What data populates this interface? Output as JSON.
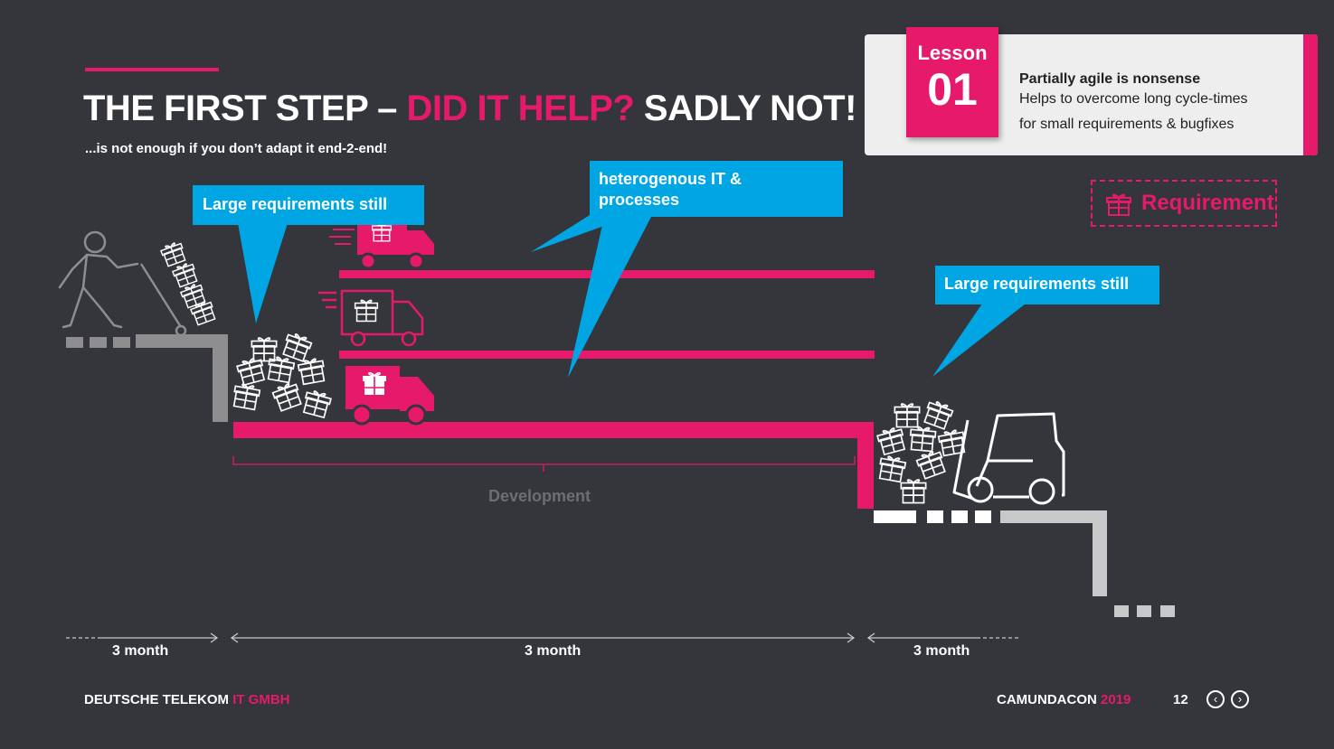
{
  "title": {
    "part1": "THE FIRST STEP – ",
    "accent": "DID IT HELP?",
    "part2": " SADLY NOT!"
  },
  "subtitle": "...is not enough if you don’t adapt it end-2-end!",
  "lesson": {
    "label": "Lesson",
    "number": "01",
    "heading": "Partially agile is nonsense",
    "line1": "Helps to overcome long cycle-times",
    "line2": "for small requirements & bugfixes"
  },
  "legend": {
    "label": "Requirement",
    "icon": "gift-icon"
  },
  "callouts": {
    "left": "Large requirements still",
    "middle_line1": "heterogenous IT &",
    "middle_line2": "processes",
    "right": "Large requirements still"
  },
  "development_label": "Development",
  "timeline": [
    "3 month",
    "3 month",
    "3 month"
  ],
  "footer": {
    "left_main": "DEUTSCHE TELEKOM",
    "left_accent": "IT GMBH",
    "right_main": "CAMUNDACON",
    "right_accent": "2019",
    "page": "12"
  },
  "icons": {
    "prev": "chevron-left-icon",
    "next": "chevron-right-icon"
  },
  "colors": {
    "background": "#34363c",
    "accent": "#e6196b",
    "callout": "#00a6e4",
    "grey": "#8e8e91",
    "card": "#eeeeee"
  }
}
